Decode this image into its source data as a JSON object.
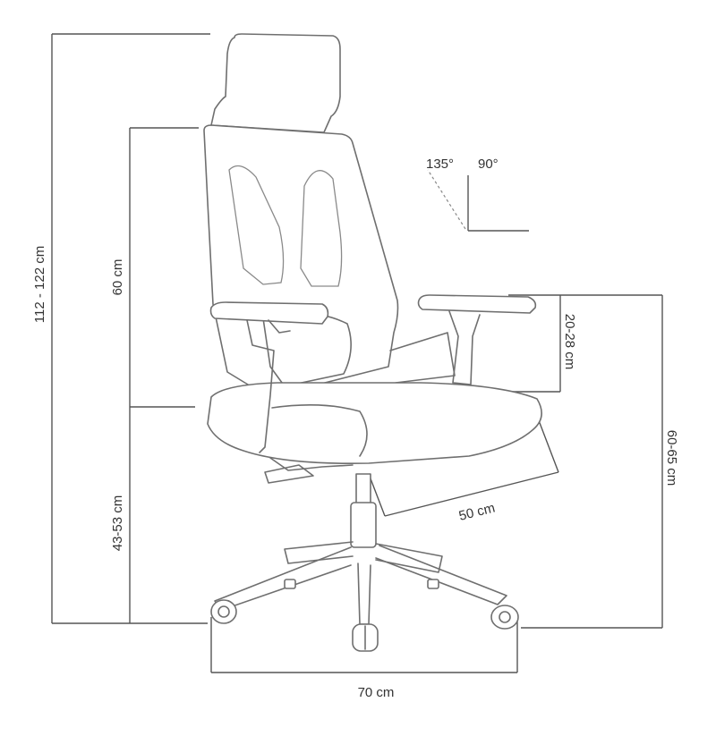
{
  "dimensions": {
    "total_height": "112 - 122 cm",
    "backrest_height": "60 cm",
    "seat_height": "43-53 cm",
    "armrest_height": "20-28 cm",
    "seat_depth": "50 cm",
    "seat_height_right": "60-65 cm",
    "base_width": "70 cm"
  },
  "recline": {
    "angle_max": "135°",
    "angle_min": "90°"
  }
}
